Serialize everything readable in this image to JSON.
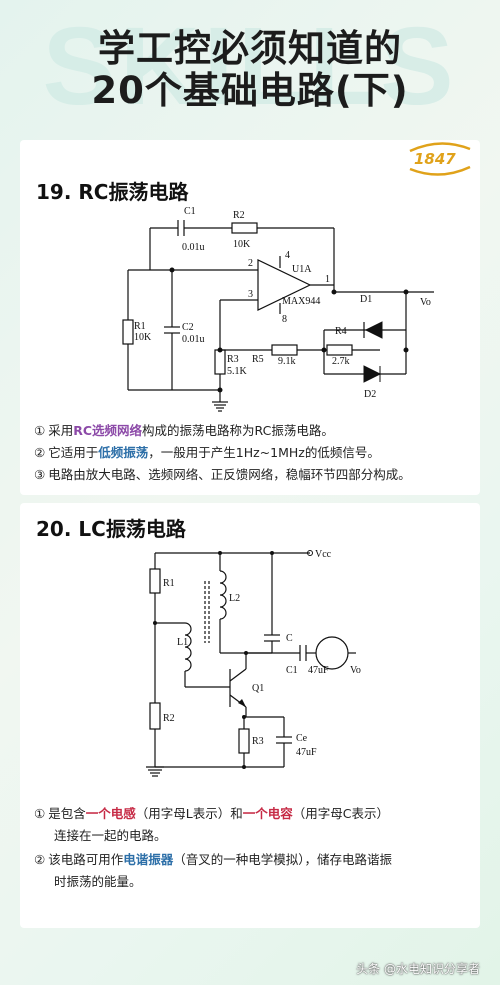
{
  "header": {
    "watermark": "SKILLS",
    "title_line1": "学工控必须知道的",
    "title_line2": "20个基础电路(下)"
  },
  "logo": {
    "text": "1847"
  },
  "section19": {
    "title": "19. RC振荡电路",
    "labels": {
      "c1": "C1",
      "c1v": "0.01u",
      "r2": "R2",
      "r2v": "10K",
      "u1a": "U1A",
      "pin2": "2",
      "pin3": "3",
      "pin1": "1",
      "pin4": "4",
      "pin8": "8",
      "ic": "MAX944",
      "d1": "D1",
      "d2": "D2",
      "vo": "Vo",
      "r1": "R1",
      "r1v": "10K",
      "c2": "C2",
      "c2v": "0.01u",
      "r3": "R3",
      "r3v": "5.1K",
      "r5": "R5",
      "r5v": "9.1k",
      "r4": "R4",
      "r4v": "2.7k"
    },
    "notes": [
      {
        "mark": "①",
        "pre": "采用",
        "hl": "RC选频网络",
        "post": "构成的振荡电路称为RC振荡电路。"
      },
      {
        "mark": "②",
        "pre": "它适用于",
        "hl": "低频振荡",
        "post": "，一般用于产生1Hz~1MHz的低频信号。"
      },
      {
        "mark": "③",
        "text": "电路由放大电路、选频网络、正反馈网络，稳幅环节四部分构成。"
      }
    ]
  },
  "section20": {
    "title": "20. LC振荡电路",
    "labels": {
      "vcc": "Vcc",
      "r1": "R1",
      "l2": "L2",
      "c": "C",
      "l1": "L1",
      "c1": "C1",
      "c1v": "47uF",
      "vo": "Vo",
      "q1": "Q1",
      "r2": "R2",
      "r3": "R3",
      "ce": "Ce",
      "cev": "47uF"
    },
    "notes": [
      {
        "mark": "①",
        "pre": "是包含",
        "hl1": "一个电感",
        "mid": "（用字母L表示）和",
        "hl2": "一个电容",
        "post": "（用字母C表示）",
        "line2": "连接在一起的电路。"
      },
      {
        "mark": "②",
        "pre": "该电路可用作",
        "hl": "电谐振器",
        "post": "（音叉的一种电学模拟），储存电路谐振",
        "line2": "时振荡的能量。"
      }
    ]
  },
  "footer": {
    "text": "头条 @水电知识分享者"
  },
  "colors": {
    "purple": "#8c4aa8",
    "blue": "#2d6fa8",
    "red": "#c62a45",
    "logo_gold": "#e0a21a"
  }
}
